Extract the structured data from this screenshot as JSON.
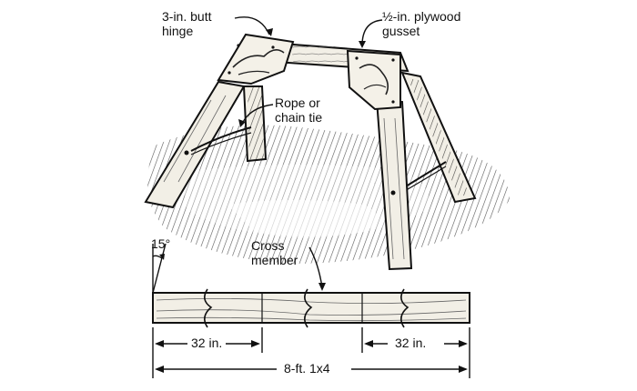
{
  "labels": {
    "hinge": "3-in. butt\nhinge",
    "gusset": "½-in. plywood\ngusset",
    "rope": "Rope or\nchain tie",
    "cross": "Cross\nmember",
    "angle": "15°"
  },
  "dimensions": {
    "left_section": "32 in.",
    "right_section": "32 in.",
    "total": "8-ft. 1x4"
  },
  "colors": {
    "ink": "#111111",
    "wood": "#f2efe6",
    "ground": "#3a3a3a"
  }
}
